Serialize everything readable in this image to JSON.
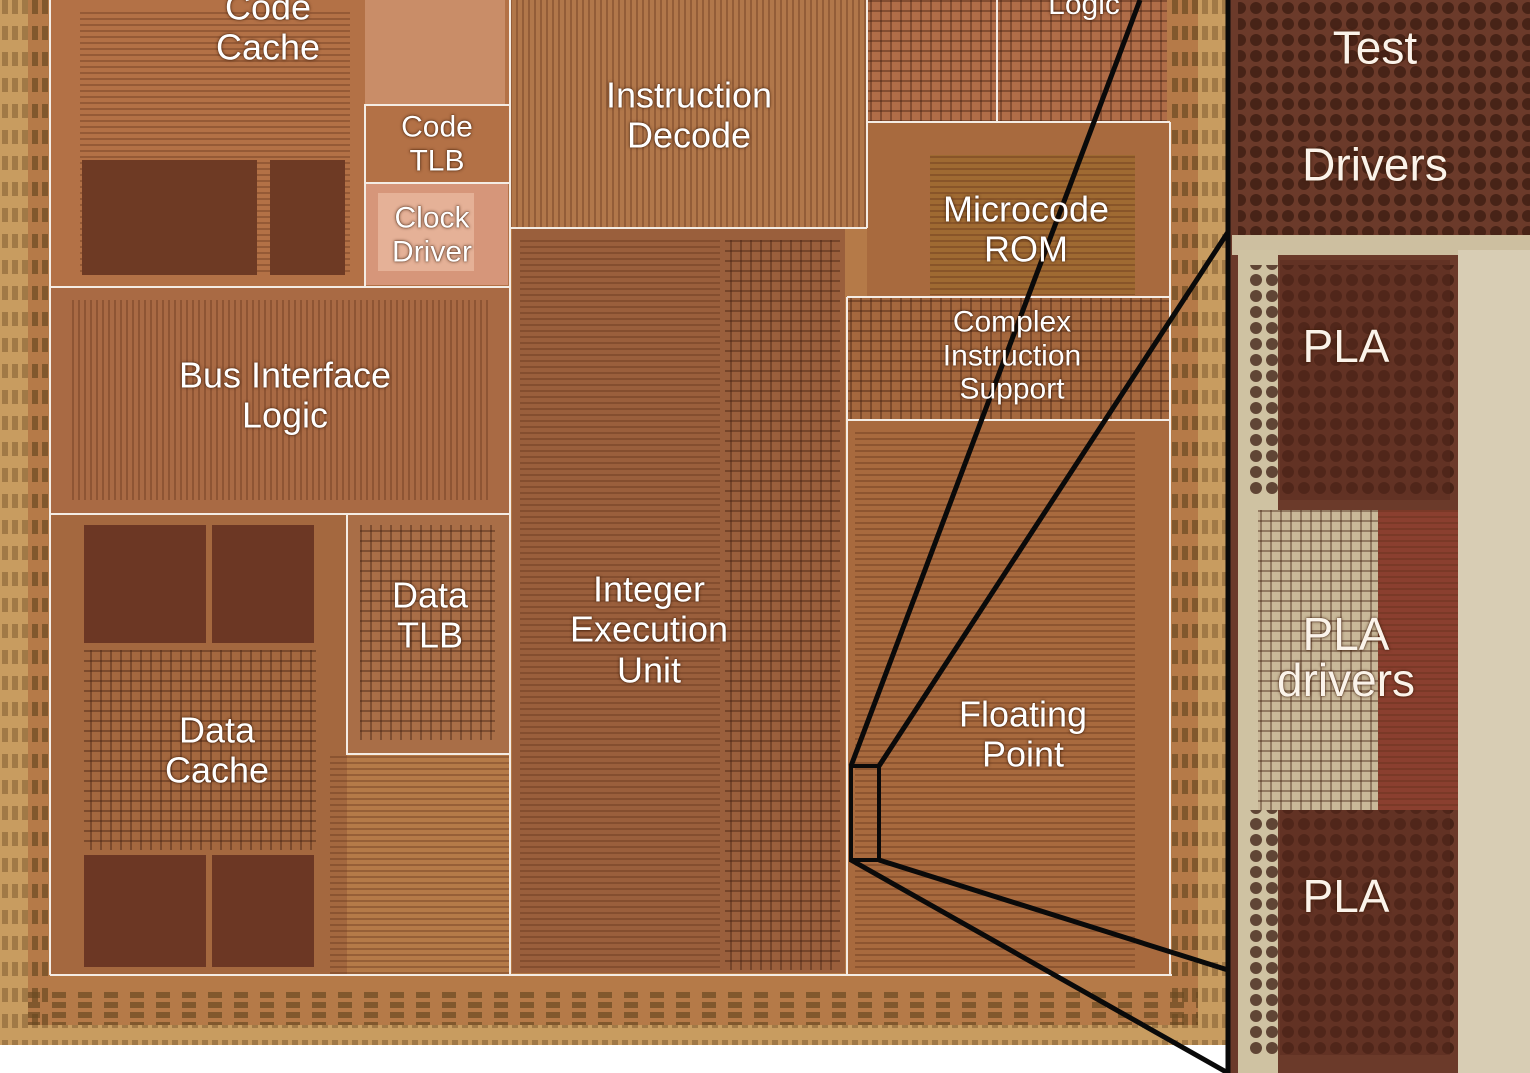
{
  "die_blocks": {
    "code_cache": [
      "Code",
      "Cache"
    ],
    "instruction_decode": [
      "Instruction",
      "Decode"
    ],
    "logic": [
      "Logic"
    ],
    "code_tlb": [
      "Code",
      "TLB"
    ],
    "clock_driver": [
      "Clock",
      "Driver"
    ],
    "microcode_rom": [
      "Microcode",
      "ROM"
    ],
    "complex_instruction_support": [
      "Complex",
      "Instruction",
      "Support"
    ],
    "bus_interface_logic": [
      "Bus Interface",
      "Logic"
    ],
    "data_tlb": [
      "Data",
      "TLB"
    ],
    "integer_execution_unit": [
      "Integer",
      "Execution",
      "Unit"
    ],
    "data_cache": [
      "Data",
      "Cache"
    ],
    "floating_point": [
      "Floating",
      "Point"
    ]
  },
  "zoom_panel": {
    "test_drivers": [
      "Test",
      "Drivers"
    ],
    "pla_top": [
      "PLA"
    ],
    "pla_drivers": [
      "PLA",
      "drivers"
    ],
    "pla_bottom": [
      "PLA"
    ]
  },
  "colors": {
    "die_base": "#a8693c",
    "die_light": "#d9a77c",
    "outline": "#f4ece4",
    "connector": "#0a0a0a",
    "zoom_bg": "#6b3a2a",
    "zoom_right": "#d8cdb4"
  }
}
